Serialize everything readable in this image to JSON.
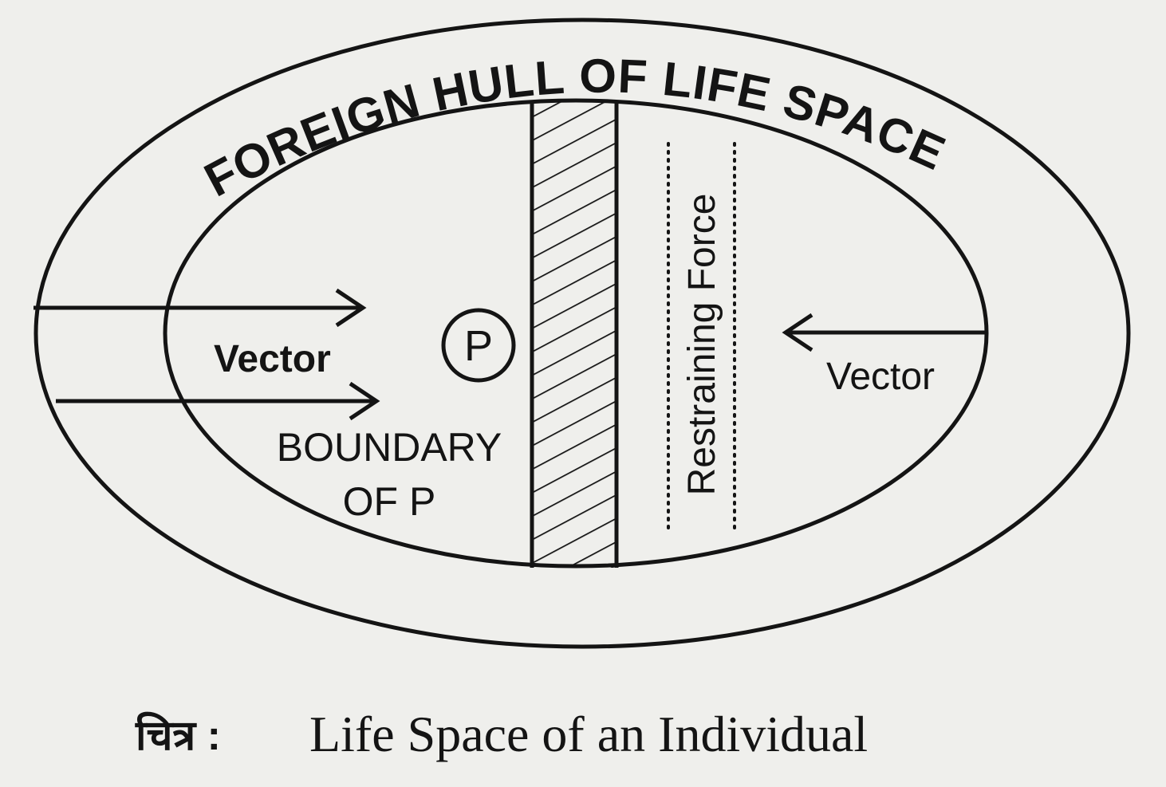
{
  "diagram": {
    "outer_label": "FOREIGN HULL OF LIFE SPACE",
    "person_label": "P",
    "boundary_label_line1": "BOUNDARY",
    "boundary_label_line2": "OF P",
    "left_vector_label": "Vector",
    "right_vector_label": "Vector",
    "restraining_label": "Restraining Force"
  },
  "caption": {
    "prefix": "चित्र :",
    "text": "Life Space of an Individual"
  },
  "colors": {
    "ink": "#141414",
    "paper": "#efefec"
  }
}
